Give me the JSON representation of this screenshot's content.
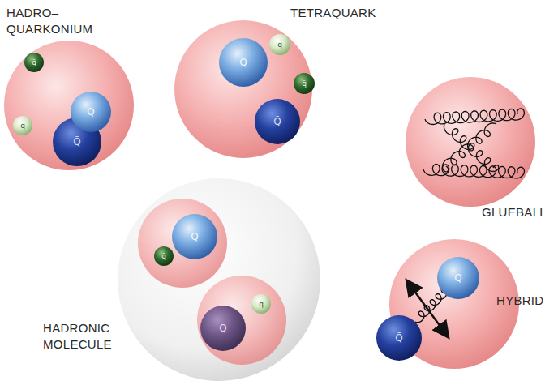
{
  "diagram": {
    "nodes": [
      {
        "text": [
          "HADRO– QUARKONIUM"
        ]
      },
      {
        "text": [
          "q̄"
        ],
        "in": 0
      },
      {
        "text": [
          "q"
        ],
        "in": 0
      },
      {
        "text": [
          "Q̄"
        ],
        "in": 0
      },
      {
        "text": [
          "Q"
        ],
        "in": 0
      },
      {
        "text": [
          "TETRAQUARK"
        ]
      },
      {
        "text": [
          "Q"
        ],
        "in": 5
      },
      {
        "text": [
          "q"
        ],
        "in": 5
      },
      {
        "text": [
          "q̄"
        ],
        "in": 5
      },
      {
        "text": [
          "Q̄"
        ],
        "in": 5
      },
      {
        "text": [
          "GLUEBALL"
        ]
      },
      {
        "text": [
          "HADRONIC MOLECULE"
        ]
      },
      {
        "text": [
          "Q"
        ],
        "in": 11
      },
      {
        "text": [
          "q̄"
        ],
        "in": 11
      },
      {
        "text": [
          "q"
        ],
        "in": 11
      },
      {
        "text": [
          "Q̄"
        ],
        "in": 11
      },
      {
        "text": [
          "HYBRID"
        ]
      },
      {
        "text": [
          "Q"
        ],
        "in": 16
      },
      {
        "text": [
          "Q̄"
        ],
        "in": 16
      }
    ],
    "edges": [
      {
        "from": 18,
        "to": 17,
        "arrow": "none"
      }
    ]
  }
}
